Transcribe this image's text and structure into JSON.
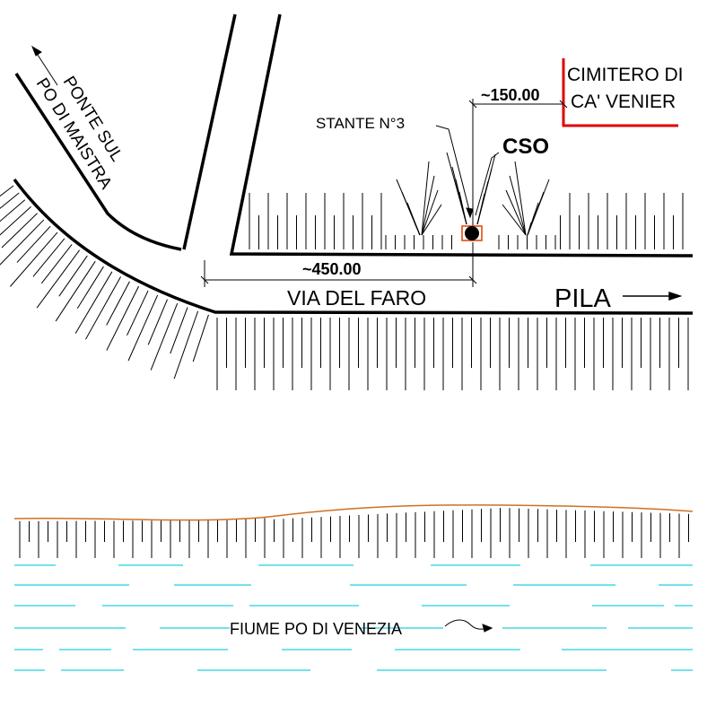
{
  "labels": {
    "road_top_left": "PONTE SUL",
    "road_bottom_left": "PO DI MAISTRA",
    "stante": "STANTE N°3",
    "cso": "CSO",
    "dim_150": "~150.00",
    "cemetery_line1": "CIMITERO DI",
    "cemetery_line2": "CA' VENIER",
    "dim_450": "~450.00",
    "road_name": "VIA DEL FARO",
    "direction": "PILA",
    "river": "FIUME PO DI VENEZIA"
  },
  "colors": {
    "line": "#000000",
    "cemetery_boundary": "#e00000",
    "cso_marker_outline": "#e04000",
    "riverbank": "#d07020",
    "water": "#20d0e0"
  },
  "icons": {
    "direction_arrow": "right-arrow",
    "river_flow_arrow": "wavy-right-arrow",
    "bridge_arrow": "up-left-arrow"
  }
}
